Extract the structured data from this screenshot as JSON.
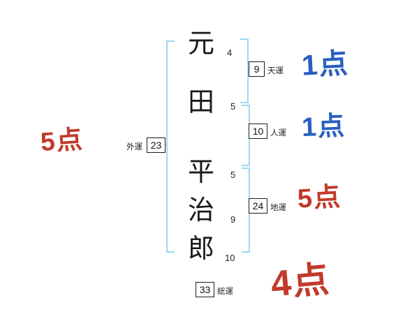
{
  "characters": [
    {
      "char": "元",
      "strokes": "4"
    },
    {
      "char": "田",
      "strokes": "5"
    },
    {
      "char": "平",
      "strokes": "5"
    },
    {
      "char": "治",
      "strokes": "9"
    },
    {
      "char": "郎",
      "strokes": "10"
    }
  ],
  "fortunes": {
    "heaven": {
      "value": "9",
      "label": "天運",
      "score": "1点"
    },
    "person": {
      "value": "10",
      "label": "人運",
      "score": "1点"
    },
    "earth": {
      "value": "24",
      "label": "地運",
      "score": "5点"
    },
    "outer": {
      "value": "23",
      "label": "外運",
      "score": "5点"
    },
    "total": {
      "value": "33",
      "label": "総運",
      "score": "4点"
    }
  },
  "colors": {
    "score_red": "#c13a2a",
    "score_blue": "#2a5fc0",
    "bracket_blue": "#9ed7ee",
    "ink": "#1c1c1c"
  }
}
